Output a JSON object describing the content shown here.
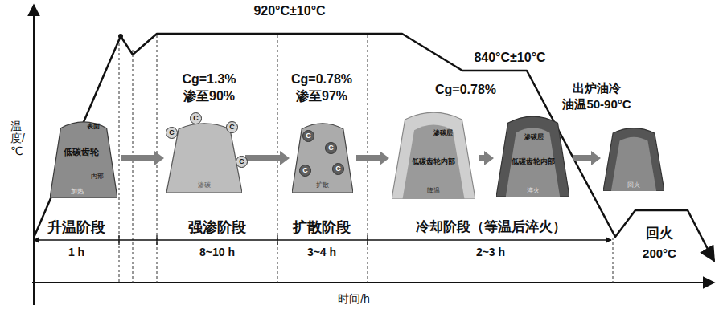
{
  "diagram": {
    "nodes": [
      {
        "text": [
          "表面",
          "低碳齿轮",
          "内部",
          "加热"
        ]
      },
      {
        "text": [
          "渗碳"
        ]
      },
      {
        "text": [
          "C"
        ]
      },
      {
        "text": [
          "C"
        ]
      },
      {
        "text": [
          "C"
        ]
      },
      {
        "text": [
          "C"
        ]
      },
      {
        "text": [
          "扩散"
        ]
      },
      {
        "text": [
          "C"
        ],
        "in": 6
      },
      {
        "text": [
          "C"
        ],
        "in": 6
      },
      {
        "text": [
          "C"
        ],
        "in": 6
      },
      {
        "text": [
          "C"
        ],
        "in": 6
      },
      {
        "text": [
          "渗碳层",
          "低碳齿轮内部",
          "降温"
        ]
      },
      {
        "text": [
          "渗碳层",
          "低碳齿轮内部",
          "淬火"
        ]
      },
      {
        "text": [
          "回火"
        ]
      }
    ],
    "edges": [
      {
        "from": 0,
        "to": 1,
        "arrow": "to"
      },
      {
        "from": 1,
        "to": 6,
        "arrow": "to"
      },
      {
        "from": 6,
        "to": 11,
        "arrow": "to"
      },
      {
        "from": 11,
        "to": 12,
        "arrow": "to"
      },
      {
        "from": 12,
        "to": 13,
        "arrow": "to"
      }
    ],
    "labels": [
      "920°C±10°C",
      "840°C±10°C",
      "出炉油冷",
      "油温50-90°C",
      "Cg=1.3%",
      "渗至90%",
      "Cg=0.78%",
      "渗至97%",
      "Cg=0.78%",
      "升温阶段",
      "1 h",
      "强渗阶段",
      "8~10 h",
      "扩散阶段",
      "3~4 h",
      "冷却阶段（等温后淬火）",
      "2~3 h",
      "回火",
      "200°C",
      "温度/℃",
      "时间/h"
    ]
  }
}
